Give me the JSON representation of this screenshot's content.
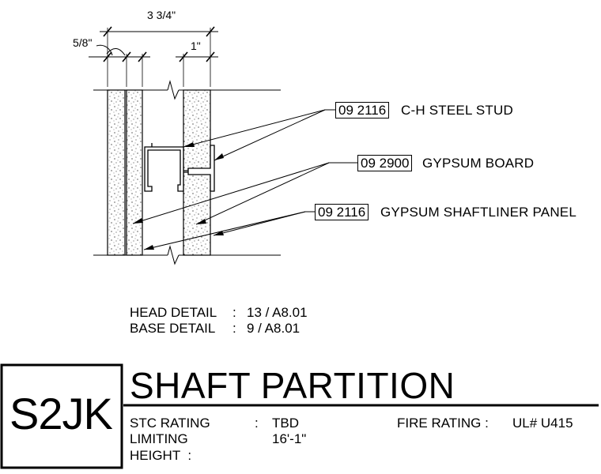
{
  "dimensions": {
    "overall": "3 3/4\"",
    "board": "5/8\"",
    "shaftliner": "1\""
  },
  "callouts": [
    {
      "code": "09 2116",
      "text": "C-H STEEL STUD"
    },
    {
      "code": "09 2900",
      "text": "GYPSUM BOARD"
    },
    {
      "code": "09 2116",
      "text": "GYPSUM SHAFTLINER PANEL"
    }
  ],
  "details": {
    "head_label": "HEAD DETAIL",
    "head_ref": "13 / A8.01",
    "base_label": "BASE DETAIL",
    "base_ref": "9 / A8.01",
    "sep": ":"
  },
  "title_block": {
    "code": "S2JK",
    "title": "SHAFT PARTITION",
    "stc_label": "STC RATING",
    "stc_sep": ":",
    "stc_value": "TBD",
    "fire_label": "FIRE RATING :",
    "fire_value": "UL# U415",
    "limiting_label_1": "LIMITING",
    "limiting_label_2": "HEIGHT  :",
    "limiting_value": "16'-1\""
  }
}
